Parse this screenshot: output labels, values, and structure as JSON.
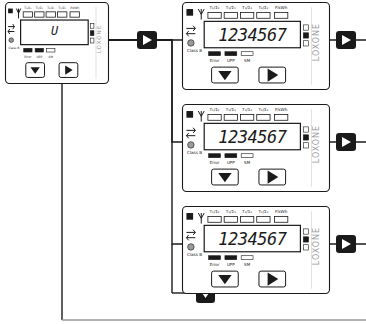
{
  "diagram": {
    "nodes": [
      {
        "text": [
          "T₁/Σ₁",
          "T₂/Σ₁",
          "T₁/Σ₂",
          "T₂/Σ₂",
          "P.kWh",
          "U",
          "Class B",
          "Error",
          "UPP",
          "SM",
          "LOXONE"
        ]
      },
      {
        "text": [
          "T₁/Σ₁",
          "T₂/Σ₁",
          "T₁/Σ₂",
          "T₂/Σ₂",
          "P.kWh",
          "1234567",
          "Class B",
          "Error",
          "UPP",
          "SM",
          "LOXONE"
        ]
      },
      {
        "text": [
          "T₁/Σ₁",
          "T₂/Σ₁",
          "T₁/Σ₂",
          "T₂/Σ₂",
          "P.kWh",
          "1234567",
          "Class B",
          "Error",
          "UPP",
          "SM",
          "LOXONE"
        ]
      },
      {
        "text": [
          "T₁/Σ₁",
          "T₂/Σ₁",
          "T₁/Σ₂",
          "T₂/Σ₂",
          "P.kWh",
          "1234567",
          "Class B",
          "Error",
          "UPP",
          "SM",
          "LOXONE"
        ]
      }
    ],
    "edges": [
      {
        "from": 0,
        "to": 1,
        "arrow": "none"
      },
      {
        "from": 0,
        "to": 2,
        "arrow": "none"
      },
      {
        "from": 0,
        "to": 3,
        "arrow": "none"
      }
    ]
  }
}
